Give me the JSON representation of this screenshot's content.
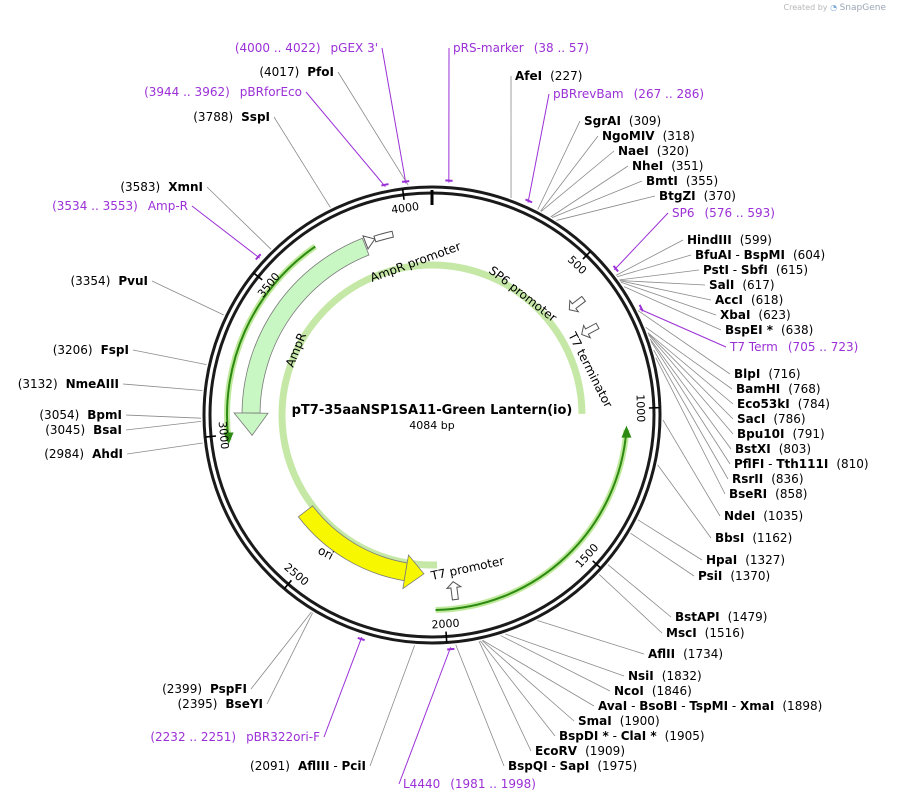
{
  "credit": {
    "prefix": "Created by",
    "brand": "SnapGene"
  },
  "plasmid": {
    "name": "pT7-35aaNSP1SA11-Green Lantern(io)",
    "length_label": "4084 bp",
    "length": 4084
  },
  "ticks": [
    "500",
    "1000",
    "1500",
    "2000",
    "2500",
    "3000",
    "3500",
    "4000"
  ],
  "features": [
    {
      "label": "AmpR promoter"
    },
    {
      "label": "AmpR"
    },
    {
      "label": "SP6 promoter"
    },
    {
      "label": "T7 terminator"
    },
    {
      "label": "ori"
    },
    {
      "label": "T7 promoter"
    }
  ],
  "colors": {
    "primer": "#9b30d6",
    "orf_green": "#c8f7c3",
    "ori_yellow": "#f7f700",
    "glow": "#8fd14f"
  },
  "sites": [
    {
      "name": "AfeI",
      "pos": "(227)"
    },
    {
      "name": "SgrAI",
      "pos": "(309)"
    },
    {
      "name": "NgoMIV",
      "pos": "(318)"
    },
    {
      "name": "NaeI",
      "pos": "(320)"
    },
    {
      "name": "NheI",
      "pos": "(351)"
    },
    {
      "name": "BmtI",
      "pos": "(355)"
    },
    {
      "name": "BtgZI",
      "pos": "(370)"
    },
    {
      "name": "HindIII",
      "pos": "(599)"
    },
    {
      "name": "BfuAI",
      "name2": "BspMI",
      "pos": "(604)"
    },
    {
      "name": "PstI",
      "name2": "SbfI",
      "pos": "(615)"
    },
    {
      "name": "SalI",
      "pos": "(617)"
    },
    {
      "name": "AccI",
      "pos": "(618)"
    },
    {
      "name": "XbaI",
      "pos": "(623)"
    },
    {
      "name": "BspEI *",
      "pos": "(638)"
    },
    {
      "name": "BlpI",
      "pos": "(716)"
    },
    {
      "name": "BamHI",
      "pos": "(768)"
    },
    {
      "name": "Eco53kI",
      "pos": "(784)"
    },
    {
      "name": "SacI",
      "pos": "(786)"
    },
    {
      "name": "Bpu10I",
      "pos": "(791)"
    },
    {
      "name": "BstXI",
      "pos": "(803)"
    },
    {
      "name": "PflFI",
      "name2": "Tth111I",
      "pos": "(810)"
    },
    {
      "name": "RsrII",
      "pos": "(836)"
    },
    {
      "name": "BseRI",
      "pos": "(858)"
    },
    {
      "name": "NdeI",
      "pos": "(1035)"
    },
    {
      "name": "BbsI",
      "pos": "(1162)"
    },
    {
      "name": "HpaI",
      "pos": "(1327)"
    },
    {
      "name": "PsiI",
      "pos": "(1370)"
    },
    {
      "name": "BstAPI",
      "pos": "(1479)"
    },
    {
      "name": "MscI",
      "pos": "(1516)"
    },
    {
      "name": "AflII",
      "pos": "(1734)"
    },
    {
      "name": "NsiI",
      "pos": "(1832)"
    },
    {
      "name": "NcoI",
      "pos": "(1846)"
    },
    {
      "name": "AvaI",
      "name2": "BsoBI",
      "name3": "TspMI",
      "name4": "XmaI",
      "pos": "(1898)"
    },
    {
      "name": "SmaI",
      "pos": "(1900)"
    },
    {
      "name": "BspDI *",
      "name2": "ClaI *",
      "pos": "(1905)"
    },
    {
      "name": "EcoRV",
      "pos": "(1909)"
    },
    {
      "name": "BspQI",
      "name2": "SapI",
      "pos": "(1975)"
    },
    {
      "name": "AflIII",
      "name2": "PciI",
      "pos": "(2091)"
    },
    {
      "name": "BseYI",
      "pos": "(2395)"
    },
    {
      "name": "PspFI",
      "pos": "(2399)"
    },
    {
      "name": "AhdI",
      "pos": "(2984)"
    },
    {
      "name": "BsaI",
      "pos": "(3045)"
    },
    {
      "name": "BpmI",
      "pos": "(3054)"
    },
    {
      "name": "NmeAIII",
      "pos": "(3132)"
    },
    {
      "name": "FspI",
      "pos": "(3206)"
    },
    {
      "name": "PvuI",
      "pos": "(3354)"
    },
    {
      "name": "XmnI",
      "pos": "(3583)"
    },
    {
      "name": "SspI",
      "pos": "(3788)"
    },
    {
      "name": "PfoI",
      "pos": "(4017)"
    }
  ],
  "primers": [
    {
      "name": "pRS-marker",
      "range": "(38 .. 57)"
    },
    {
      "name": "pBRrevBam",
      "range": "(267 .. 286)"
    },
    {
      "name": "SP6",
      "range": "(576 .. 593)"
    },
    {
      "name": "T7 Term",
      "range": "(705 .. 723)"
    },
    {
      "name": "L4440",
      "range": "(1981 .. 1998)"
    },
    {
      "name": "pBR322ori-F",
      "range": "(2232 .. 2251)"
    },
    {
      "name": "Amp-R",
      "range": "(3534 .. 3553)"
    },
    {
      "name": "pBRforEco",
      "range": "(3944 .. 3962)"
    },
    {
      "name": "pGEX 3'",
      "range": "(4000 .. 4022)"
    }
  ]
}
